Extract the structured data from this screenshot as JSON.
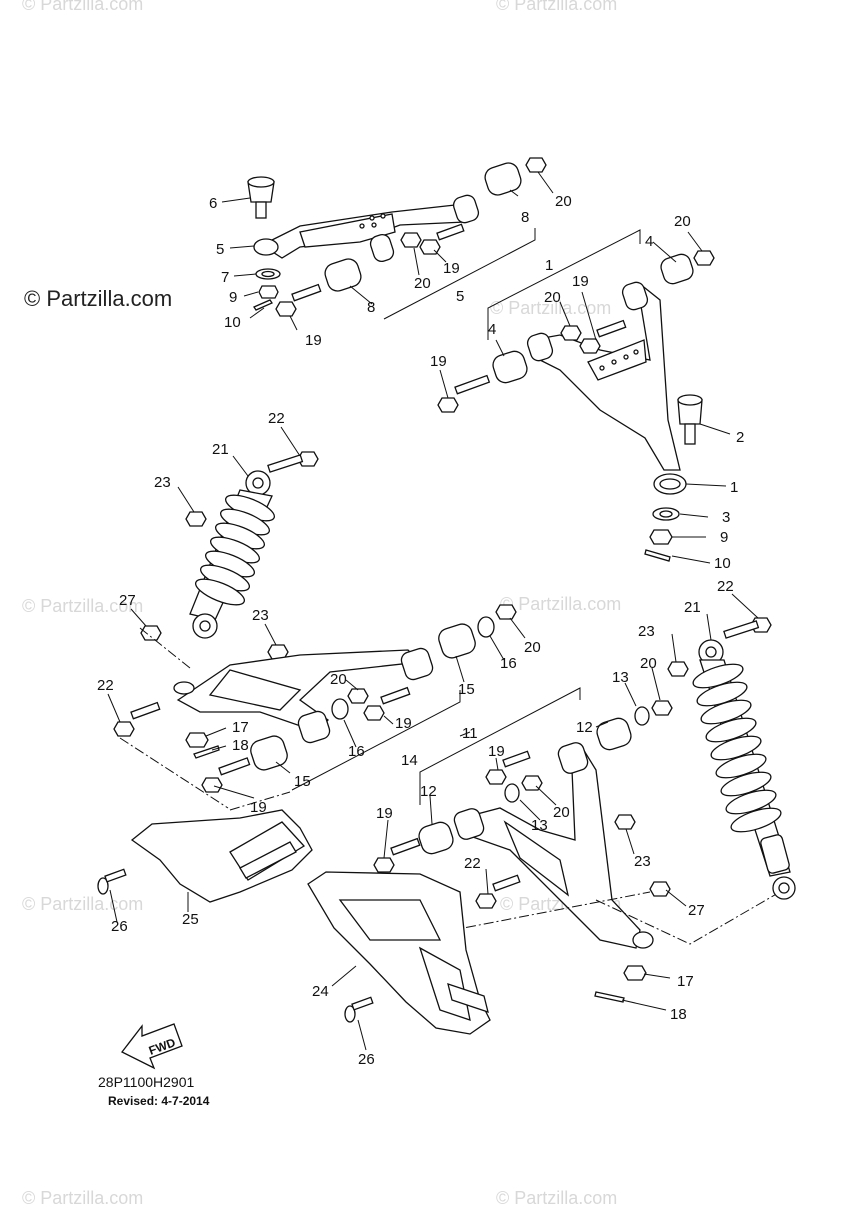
{
  "watermarks": {
    "main": "© Partzilla.com",
    "faint": "© Partzilla.com"
  },
  "diagram_code": "28P1100H2901",
  "revised": "Revised: 4-7-2014",
  "fwd_label": "FWD",
  "callouts": {
    "c1a": "1",
    "c1b": "1",
    "c2": "2",
    "c3": "3",
    "c4a": "4",
    "c4b": "4",
    "c5a": "5",
    "c5b": "5",
    "c6": "6",
    "c7": "7",
    "c8a": "8",
    "c8b": "8",
    "c9a": "9",
    "c9b": "9",
    "c10a": "10",
    "c10b": "10",
    "c11": "11",
    "c12a": "12",
    "c12b": "12",
    "c13a": "13",
    "c13b": "13",
    "c14": "14",
    "c15a": "15",
    "c15b": "15",
    "c16a": "16",
    "c16b": "16",
    "c17a": "17",
    "c17b": "17",
    "c18a": "18",
    "c18b": "18",
    "c19a": "19",
    "c19b": "19",
    "c19c": "19",
    "c19d": "19",
    "c19e": "19",
    "c19f": "19",
    "c19g": "19",
    "c20a": "20",
    "c20b": "20",
    "c20c": "20",
    "c20d": "20",
    "c20e": "20",
    "c20f": "20",
    "c20g": "20",
    "c20h": "20",
    "c21a": "21",
    "c21b": "21",
    "c22a": "22",
    "c22b": "22",
    "c22c": "22",
    "c22d": "22",
    "c23a": "23",
    "c23b": "23",
    "c23c": "23",
    "c23d": "23",
    "c24": "24",
    "c25": "25",
    "c26a": "26",
    "c26b": "26",
    "c27a": "27",
    "c27b": "27"
  }
}
